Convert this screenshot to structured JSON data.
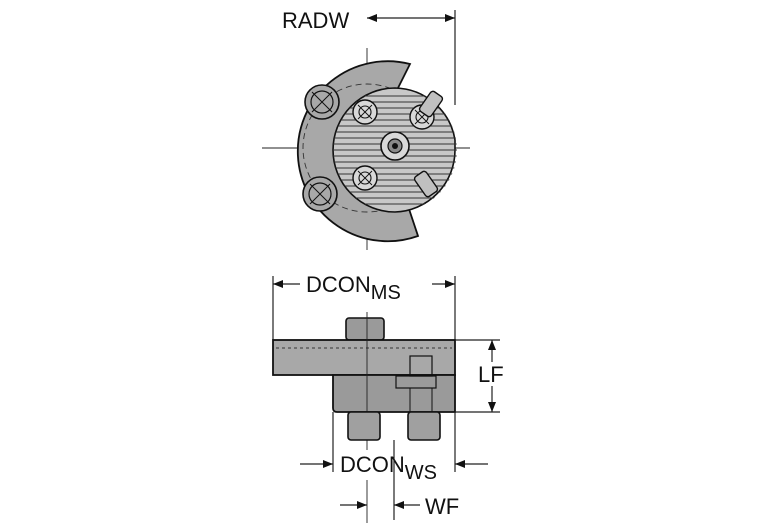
{
  "diagram": {
    "labels": {
      "radw": "RADW",
      "dcon_ms_main": "DCON",
      "dcon_ms_sub": "MS",
      "lf": "LF",
      "dcon_ws_main": "DCON",
      "dcon_ws_sub": "WS",
      "wf": "WF"
    },
    "colors": {
      "body": "#a8a8a8",
      "body_dark": "#8a8a8a",
      "line": "#111111",
      "background": "#ffffff"
    }
  }
}
